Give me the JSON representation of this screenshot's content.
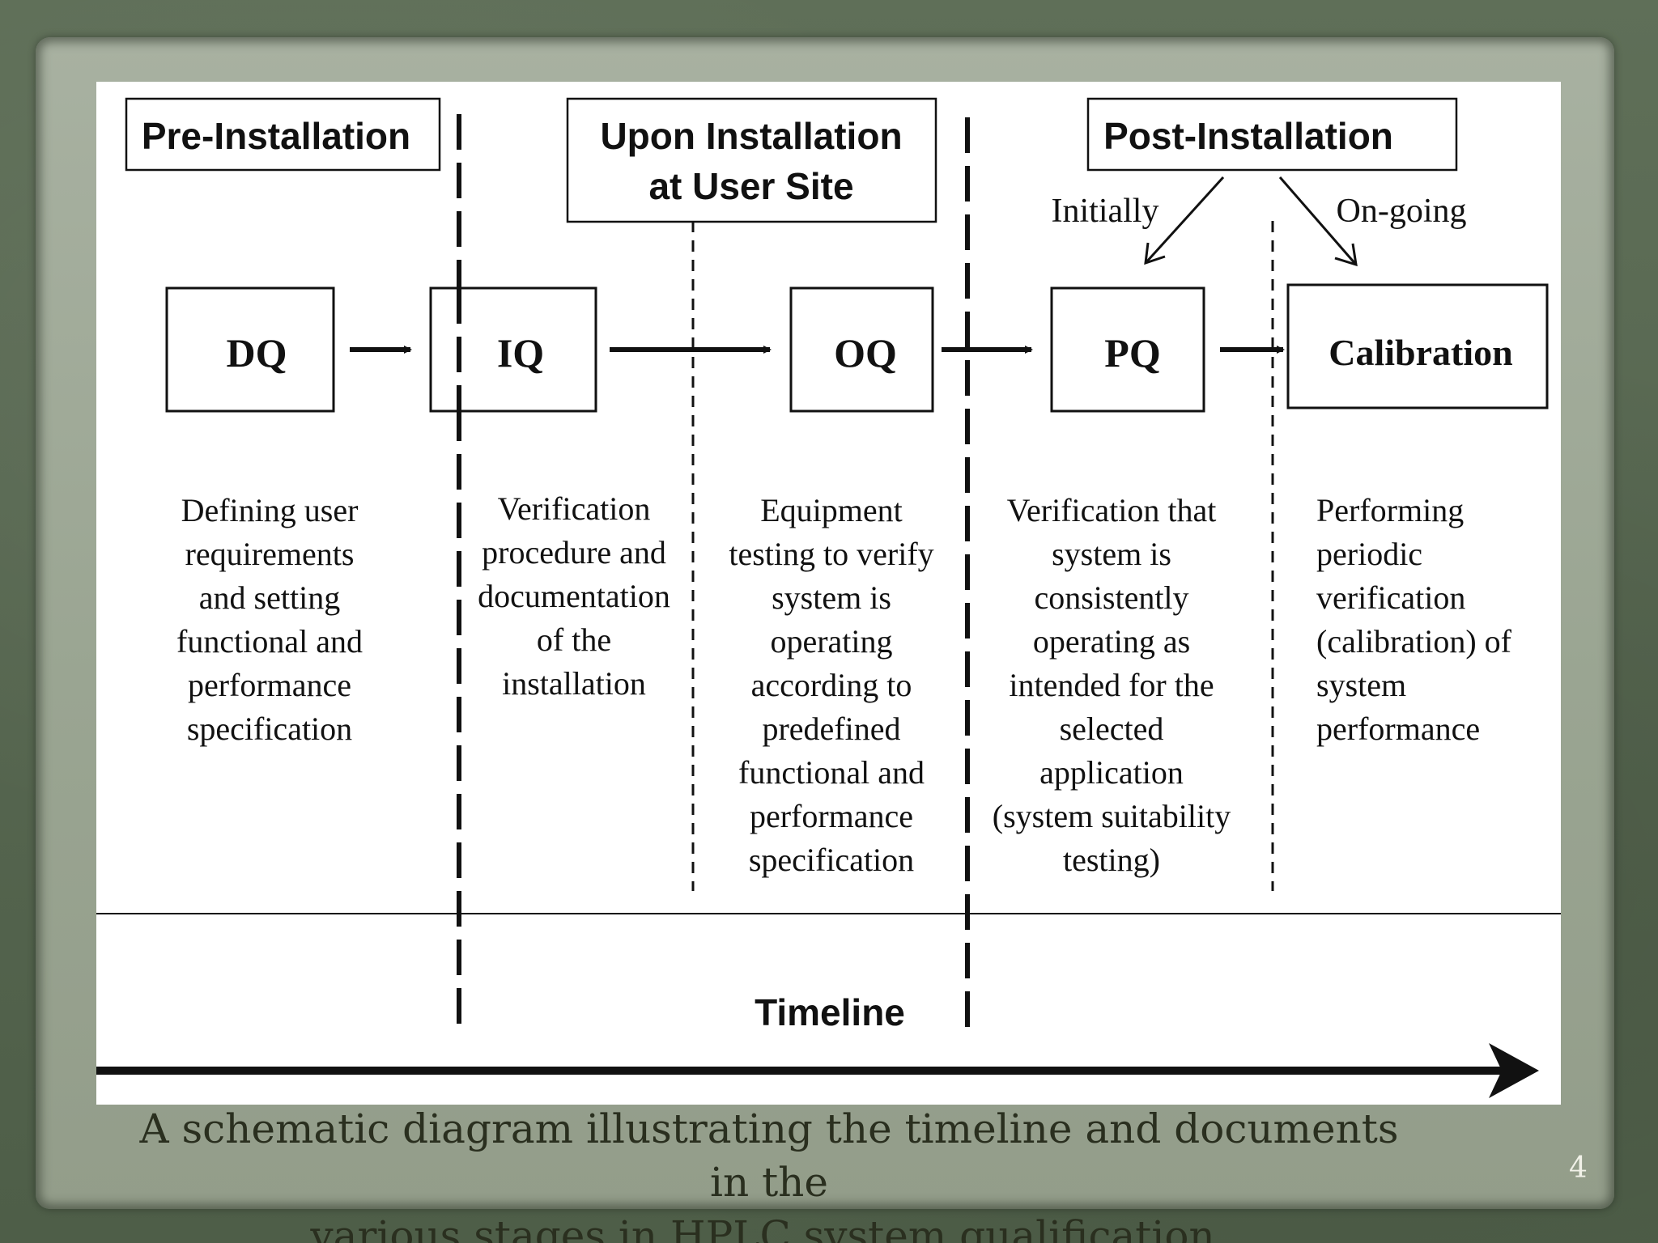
{
  "phases": {
    "pre_installation": "Pre-Installation",
    "upon_installation": [
      "Upon Installation",
      "at User Site"
    ],
    "post_installation": "Post-Installation",
    "initially": "Initially",
    "on_going": "On-going"
  },
  "stages": [
    {
      "id": "dq",
      "label": "DQ",
      "description": [
        "Defining user",
        "requirements",
        "and setting",
        "functional and",
        "performance",
        "specification"
      ]
    },
    {
      "id": "iq",
      "label": "IQ",
      "description": [
        "Verification",
        "procedure and",
        "documentation",
        "of the",
        "installation"
      ]
    },
    {
      "id": "oq",
      "label": "OQ",
      "description": [
        "Equipment",
        "testing to verify",
        "system is",
        "operating",
        "according to",
        "predefined",
        "functional and",
        "performance",
        "specification"
      ]
    },
    {
      "id": "pq",
      "label": "PQ",
      "description": [
        "Verification that",
        "system is",
        "consistently",
        "operating as",
        "intended for the",
        "selected",
        "application",
        "(system suitability",
        "testing)"
      ]
    },
    {
      "id": "calibration",
      "label": "Calibration",
      "description": [
        "Performing",
        "periodic",
        "verification",
        "(calibration) of",
        "system",
        "performance"
      ]
    }
  ],
  "timeline_label": "Timeline",
  "caption": [
    "A schematic diagram illustrating the timeline and documents in the",
    "various stages in HPLC system qualification."
  ],
  "page_number": "4"
}
